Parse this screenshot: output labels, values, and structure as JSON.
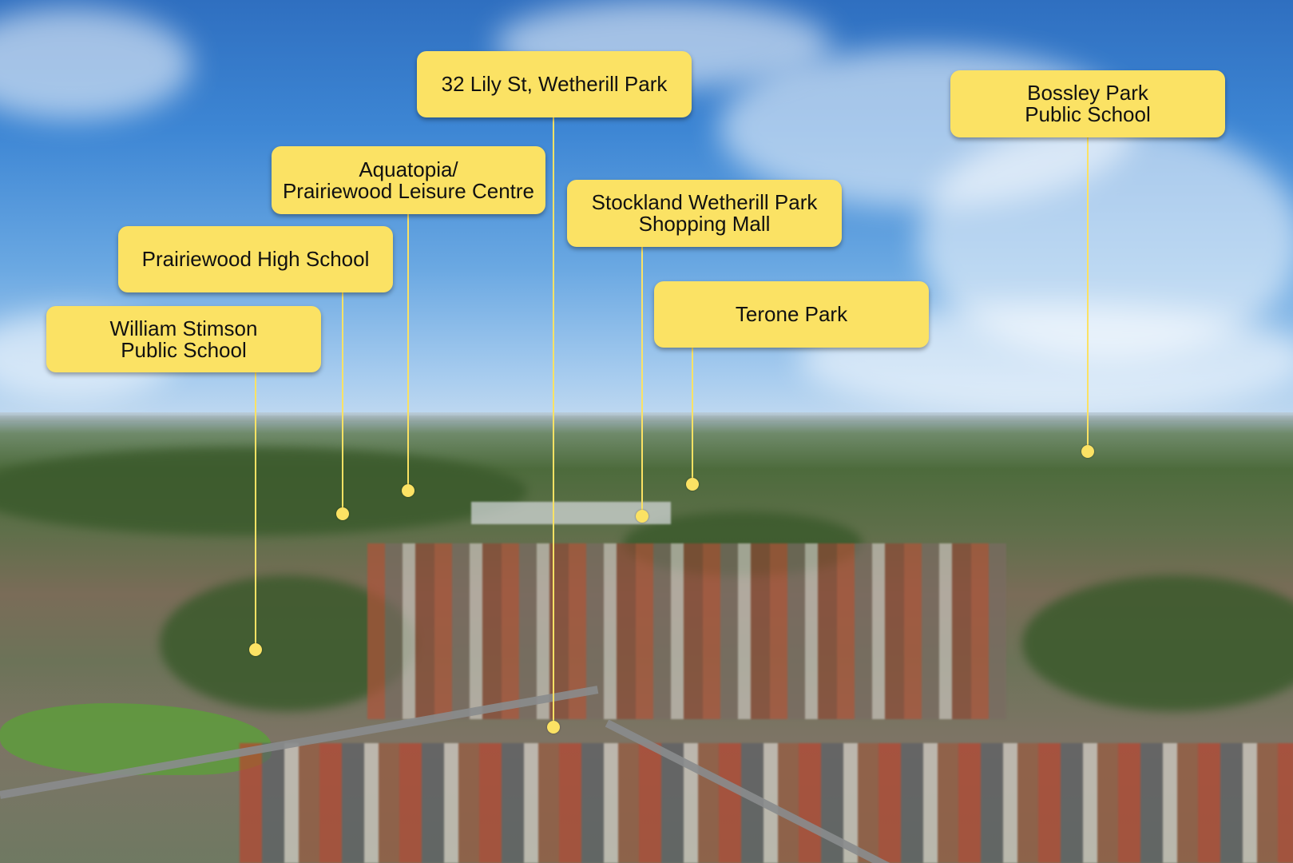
{
  "labels": {
    "lily_st": "32 Lily St, Wetherill Park",
    "bossley_line1": "Bossley Park",
    "bossley_line2": "Public School",
    "aquatopia_line1": "Aquatopia/",
    "aquatopia_line2": "Prairiewood Leisure Centre",
    "stockland_line1": "Stockland Wetherill Park",
    "stockland_line2": "Shopping Mall",
    "prairiewood_high": "Prairiewood High School",
    "terone_park": "Terone Park",
    "william_line1": "William Stimson",
    "william_line2": "Public School"
  },
  "colors": {
    "label_fill": "#fbe264",
    "label_text": "#111111",
    "sky_top": "#2f6fc0",
    "sky_horizon": "#c8ddf0"
  }
}
